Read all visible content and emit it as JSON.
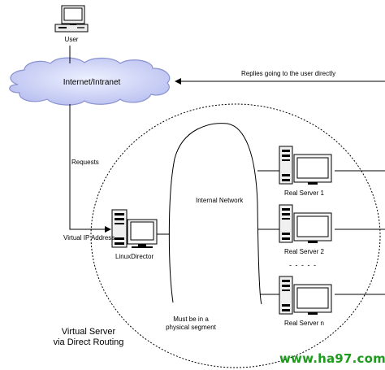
{
  "nodes": {
    "user": "User",
    "cloud": "Internet/Intranet",
    "director": "LinuxDirector",
    "server1": "Real Server 1",
    "server2": "Real Server 2",
    "servern": "Real Server n",
    "internal_network": "Internal Network"
  },
  "edges": {
    "replies": "Replies going to the user directly",
    "requests": "Requests",
    "virtual_ip": "Virtual IP Address"
  },
  "notes": {
    "segment_line1": "Must be in a",
    "segment_line2": "physical segment",
    "ellipsis": "- - - - -"
  },
  "title": {
    "line1": "Virtual Server",
    "line2": "via Direct Routing"
  },
  "watermark": "www.ha97.com"
}
